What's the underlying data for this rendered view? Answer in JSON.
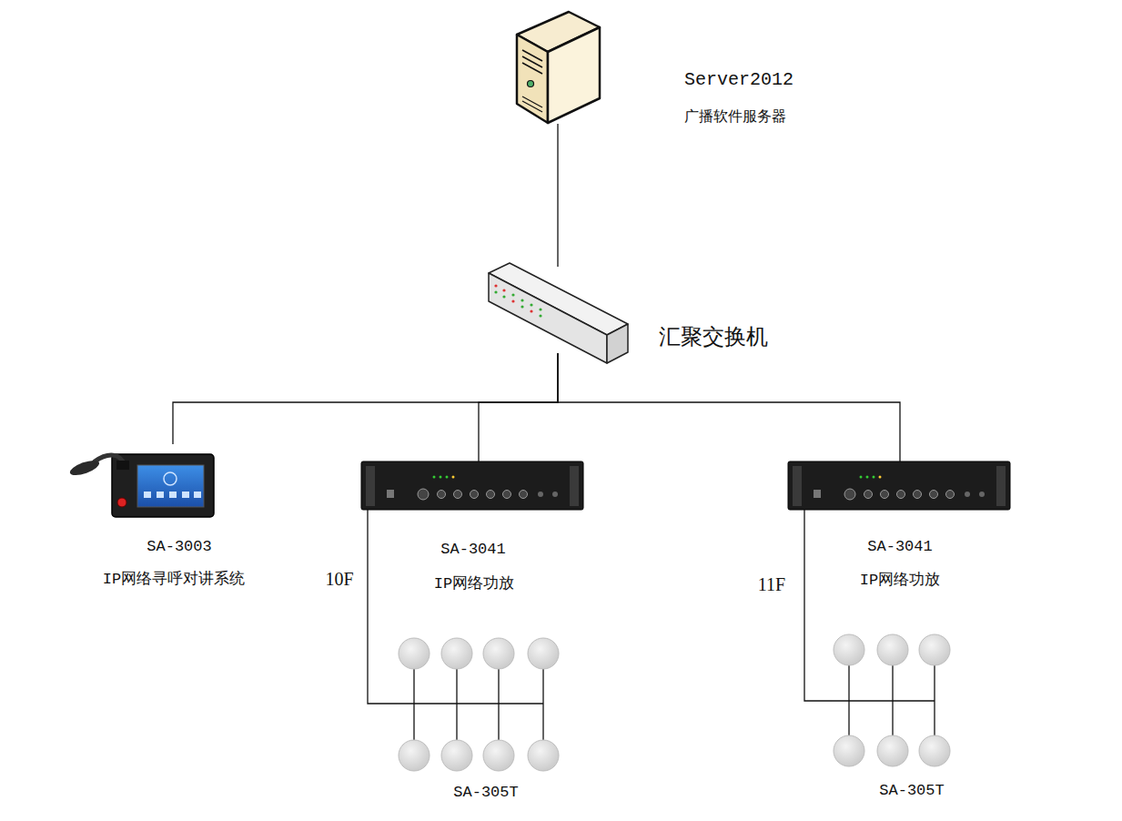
{
  "diagram": {
    "nodes": [
      {
        "text": [
          "Server2012",
          "广播软件服务器"
        ]
      },
      {
        "text": [
          "汇聚交换机"
        ]
      },
      {
        "text": [
          "SA-3003",
          "IP网络寻呼对讲系统"
        ]
      },
      {
        "text": [
          "SA-3041",
          "IP网络功放"
        ]
      },
      {
        "text": [
          "SA-3041",
          "IP网络功放"
        ]
      },
      {
        "text": [
          "SA-305T"
        ]
      },
      {
        "text": [
          "SA-305T"
        ]
      }
    ],
    "edges": [
      {
        "from": 0,
        "to": 1,
        "arrow": "none"
      },
      {
        "from": 1,
        "to": 2,
        "arrow": "none"
      },
      {
        "from": 1,
        "to": 3,
        "arrow": "none"
      },
      {
        "from": 1,
        "to": 4,
        "arrow": "none"
      },
      {
        "from": 3,
        "to": 5,
        "label": "10F",
        "arrow": "none"
      },
      {
        "from": 4,
        "to": 6,
        "label": "11F",
        "arrow": "none"
      }
    ]
  }
}
